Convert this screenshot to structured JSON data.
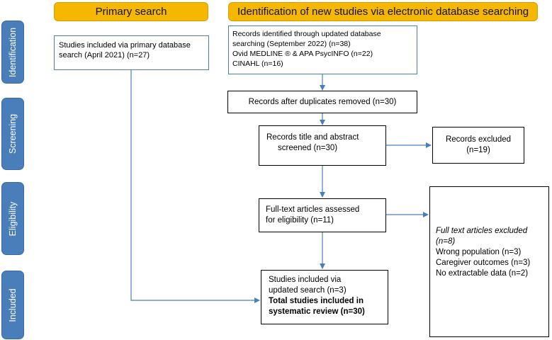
{
  "headers": {
    "primary": "Primary search",
    "new_studies": "Identification of new studies via electronic database searching"
  },
  "stages": [
    "Identification",
    "Screening",
    "Eligibility",
    "Included"
  ],
  "boxes": {
    "primary_included": [
      "Studies included via primary database",
      "search (April 2021) (n=27)"
    ],
    "records_identified": [
      "Records identified through updated database",
      "searching (September 2022) (n=38)",
      "Ovid MEDLINE ® & APA PsycINFO (n=22)",
      "CINAHL (n=16)"
    ],
    "duplicates_removed": "Records after duplicates removed (n=30)",
    "title_abstract": [
      "Records title and abstract",
      "screened (n=30)"
    ],
    "records_excluded": [
      "Records excluded",
      "(n=19)"
    ],
    "fulltext_assessed": [
      "Full-text articles assessed",
      "for eligibility (n=11)"
    ],
    "fulltext_excluded": {
      "title": [
        "Full text articles excluded",
        "(n=8)"
      ],
      "items": [
        "Wrong population (n=3)",
        "Caregiver outcomes (n=3)",
        "No extractable data (n=2)"
      ]
    },
    "included": {
      "lines": [
        "Studies included via",
        "updated search (n=3)"
      ],
      "total": [
        "Total studies included in",
        "systematic review (n=30)"
      ]
    }
  },
  "colors": {
    "header": "#f5b700",
    "stage": "#4a7ebb",
    "arrow": "#4a7ebb"
  }
}
